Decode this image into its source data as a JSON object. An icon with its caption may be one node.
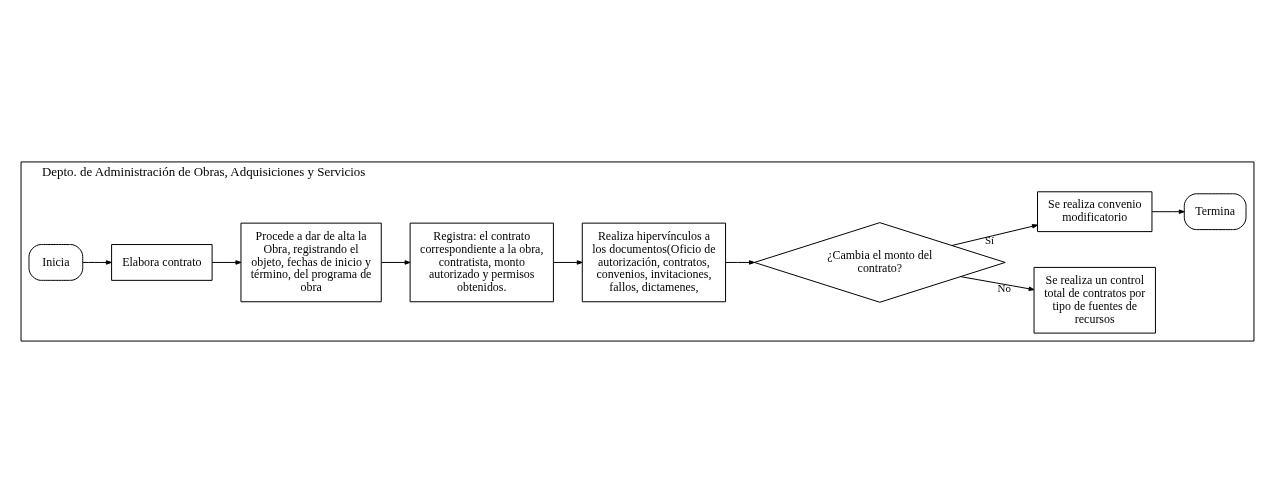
{
  "diagram": {
    "nodes": [
      {
        "text": [
          "Depto. de Administración de Obras, Adquisiciones y Servicios"
        ]
      },
      {
        "text": [
          "Inicia"
        ],
        "in": 0
      },
      {
        "text": [
          "Elabora contrato"
        ],
        "in": 0
      },
      {
        "text": [
          "Procede a dar de alta la Obra, registrando el objeto, fechas de inicio y término, del programa de obra"
        ],
        "in": 0
      },
      {
        "text": [
          "Registra: el contrato correspondiente a la obra, contratista, monto autorizado y permisos obtenidos."
        ],
        "in": 0
      },
      {
        "text": [
          "Realiza hipervínculos a los documentos(Oficio de autorización, contratos, convenios, invitaciones, fallos, dictamenes,"
        ],
        "in": 0
      },
      {
        "text": [
          "¿Cambia el monto del contrato?"
        ],
        "in": 0
      },
      {
        "text": [
          "Se realiza un control total de contratos por tipo de fuentes de recursos"
        ],
        "in": 0
      },
      {
        "text": [
          "Se realiza convenio modificatorio"
        ],
        "in": 0
      },
      {
        "text": [
          "Termina"
        ],
        "in": 0
      }
    ],
    "edges": [
      {
        "from": 1,
        "to": 2,
        "arrow": "to"
      },
      {
        "from": 2,
        "to": 3,
        "arrow": "to"
      },
      {
        "from": 3,
        "to": 4,
        "arrow": "to"
      },
      {
        "from": 4,
        "to": 5,
        "arrow": "to"
      },
      {
        "from": 5,
        "to": 6,
        "arrow": "to"
      },
      {
        "from": 6,
        "to": 7,
        "arrow": "to",
        "label": "No"
      },
      {
        "from": 6,
        "to": 8,
        "arrow": "to",
        "label": "Sí"
      },
      {
        "from": 8,
        "to": 9,
        "arrow": "to"
      }
    ]
  }
}
